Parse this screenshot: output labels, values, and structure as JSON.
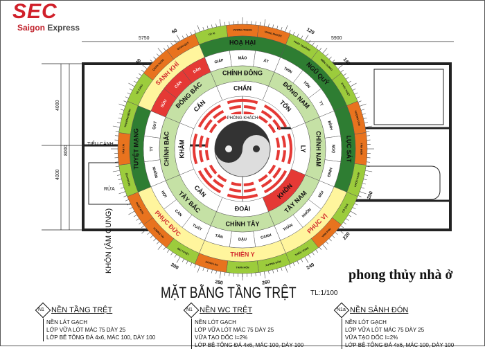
{
  "logo": {
    "brand": "SEC",
    "sub_a": "Saigon ",
    "sub_b": "Express",
    "color": "#d0202a"
  },
  "caption": "phong thủy nhà ở",
  "title": "MẶT BẰNG TẦNG TRỆT",
  "scale": "TL:1/100",
  "dimensions": {
    "top_left": "5750",
    "top_right": "5900",
    "left_total": "8000",
    "left_upper": "4000",
    "left_lower": "4000"
  },
  "rooms": {
    "garden": "TIỂU CẢNH",
    "wash": "RỬA",
    "living": "PHÒNG KHÁCH",
    "kitchen": "KHÔN (ÂM CUNG)"
  },
  "compass": {
    "colors": {
      "dark_green": "#2e7d32",
      "light_green": "#c5e1a5",
      "lime": "#9ccc3c",
      "orange": "#e8731e",
      "yellow": "#fff59d",
      "red": "#e53935"
    },
    "tick_labels": [
      "40",
      "60",
      "120",
      "140",
      "200",
      "220",
      "240",
      "260",
      "280",
      "300"
    ],
    "stars": [
      {
        "name": "TỬ ÁI",
        "tone": "green"
      },
      {
        "name": "VƯỢNG TRANG",
        "tone": "orange"
      },
      {
        "name": "HƯNG PHƯỚC",
        "tone": "orange"
      },
      {
        "name": "PHÁP TRƯỜNG",
        "tone": "green"
      },
      {
        "name": "ĐIÊN CUỒNG",
        "tone": "green"
      },
      {
        "name": "KHẨU THIỆT",
        "tone": "green"
      },
      {
        "name": "VƯỢNG TÀM",
        "tone": "orange"
      },
      {
        "name": "TẤN ĐIỀN",
        "tone": "orange"
      },
      {
        "name": "KHỐC KHẤP",
        "tone": "green"
      },
      {
        "name": "CÔ QUẢ",
        "tone": "green"
      },
      {
        "name": "VINH PHÚ",
        "tone": "orange"
      },
      {
        "name": "THIẾU VONG",
        "tone": "green"
      },
      {
        "name": "XƯƠNG DÂM",
        "tone": "green"
      },
      {
        "name": "THÂN HÔN",
        "tone": "green"
      },
      {
        "name": "HOAN LẠC",
        "tone": "orange"
      },
      {
        "name": "BẠI TUYỆT",
        "tone": "green"
      },
      {
        "name": "VƯỢNG TÀI",
        "tone": "orange"
      },
      {
        "name": "PHÚC ĐỨC",
        "tone": "orange"
      },
      {
        "name": "ÔN HOÀNG",
        "tone": "green"
      },
      {
        "name": "TẤN TÀI",
        "tone": "orange"
      },
      {
        "name": "TRƯỜNG BỆNH",
        "tone": "green"
      },
      {
        "name": "TỐ TỤNG",
        "tone": "green"
      },
      {
        "name": "QUAN TƯỚC",
        "tone": "orange"
      },
      {
        "name": "QUAN QUÝ",
        "tone": "orange"
      }
    ],
    "mansions": [
      {
        "name": "HOẠ HẠI",
        "good": false
      },
      {
        "name": "NGŨ QUỶ",
        "good": false
      },
      {
        "name": "LỤC SÁT",
        "good": false
      },
      {
        "name": "PHỤC VỊ",
        "good": true
      },
      {
        "name": "THIÊN Y",
        "good": true
      },
      {
        "name": "PHỤC ĐỨC",
        "good": true
      },
      {
        "name": "TUYỆT MẠNG",
        "good": false
      },
      {
        "name": "SANH KHÍ",
        "good": true
      }
    ],
    "mountains": [
      "GIÁP",
      "MÃO",
      "ẤT",
      "THÌN",
      "TỐN",
      "TỴ",
      "BÍNH",
      "NGỌ",
      "ĐINH",
      "MÙI",
      "KHÔN",
      "THÂN",
      "CANH",
      "DẬU",
      "TÂN",
      "TUẤT",
      "CÀN",
      "HỢI",
      "NHÂM",
      "TÝ",
      "QUÝ",
      "SỬU",
      "CẤN",
      "DẦN"
    ],
    "directions": [
      "CHÍNH ĐÔNG",
      "ĐÔNG NAM",
      "CHÍNH NAM",
      "TÂY NAM",
      "CHÍNH TÂY",
      "TÂY BẮC",
      "CHÍNH BẮC",
      "ĐÔNG BẮC"
    ],
    "trigrams": [
      {
        "name": "CHẤN",
        "highlight": false
      },
      {
        "name": "TỐN",
        "highlight": false
      },
      {
        "name": "LY",
        "highlight": false
      },
      {
        "name": "KHÔN",
        "highlight": true
      },
      {
        "name": "ĐOÀI",
        "highlight": false
      },
      {
        "name": "CÀN",
        "highlight": false
      },
      {
        "name": "KHẢM",
        "highlight": false
      },
      {
        "name": "CẤN",
        "highlight": false
      }
    ]
  },
  "notes": [
    {
      "tag": "N1",
      "title": "NỀN TẦNG TRỆT",
      "lines": [
        "NỀN LÁT GẠCH",
        "LỚP VỮA LÓT MÁC 75 DÀY 25",
        "LỚP BÊ TÔNG ĐÁ 4x6, MÁC 100, DÀY 100"
      ]
    },
    {
      "tag": "N1",
      "title": "NỀN WC TRỆT",
      "lines": [
        "NỀN LÓT GẠCH",
        "LỚP VỮA LÓT MÁC 75 DÀY 25",
        "VỮA TẠO DỐC I=2%",
        "LỚP BÊ TÔNG ĐÁ 4x6, MÁC 100, DÀY 100"
      ]
    },
    {
      "tag": "N1a",
      "title": "NỀN SẢNH ĐÓN",
      "lines": [
        "NỀN LÓT GẠCH",
        "LỚP VỮA LÓT MÁC 75 DÀY 25",
        "VỮA TẠO DỐC I=2%",
        "LỚP BÊ TÔNG ĐÁ 4x6, MÁC 100, DÀY 100"
      ]
    }
  ]
}
